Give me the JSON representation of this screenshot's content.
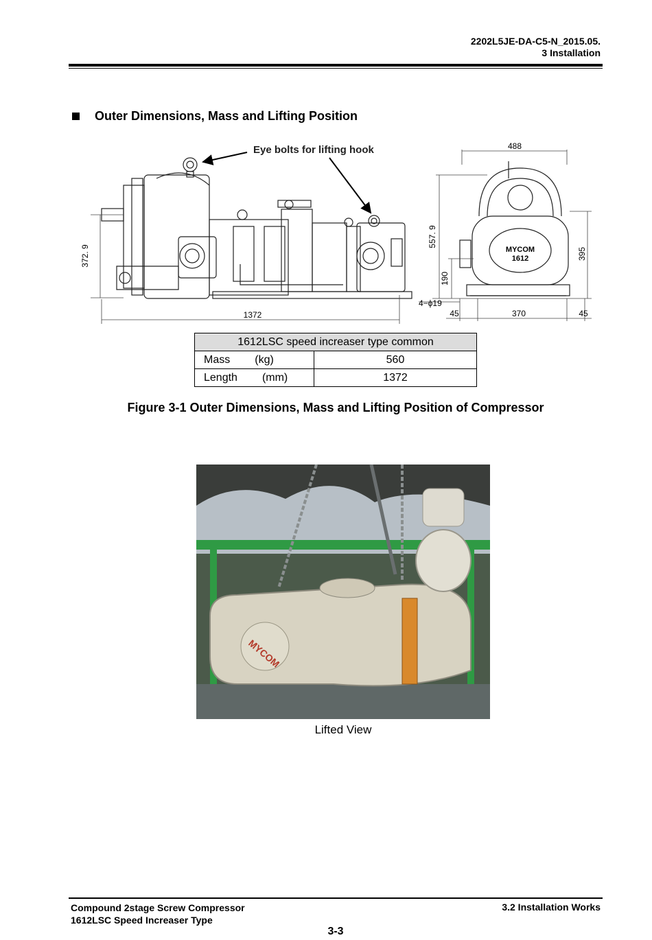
{
  "header": {
    "doc_id": "2202L5JE-DA-C5-N_2015.05.",
    "section": "3 Installation"
  },
  "section_title": "Outer Dimensions, Mass and Lifting Position",
  "drawing": {
    "annotation": "Eye bolts for lifting hook",
    "dims": {
      "total_length": "1372",
      "height_left": "372. 9",
      "width_top": "488",
      "height_total": "557. 9",
      "height_base": "190",
      "height_right": "395",
      "holes": "4−ϕ19",
      "base_left": "45",
      "base_mid": "370",
      "base_right": "45"
    },
    "nameplate": [
      "MYCOM",
      "1612"
    ]
  },
  "spec_table": {
    "header": "1612LSC speed increaser type common",
    "rows": [
      {
        "label": "Mass",
        "unit": "(kg)",
        "value": "560"
      },
      {
        "label": "Length",
        "unit": "(mm)",
        "value": "1372"
      }
    ]
  },
  "figure_caption": "Figure 3-1 Outer Dimensions, Mass and Lifting Position of Compressor",
  "photo": {
    "caption": "Lifted View",
    "nameplate": "MYCOM"
  },
  "footer": {
    "left_line1": "Compound 2stage Screw Compressor",
    "left_line2": "1612LSC Speed Increaser Type",
    "right": "3.2 Installation Works",
    "page": "3-3"
  }
}
